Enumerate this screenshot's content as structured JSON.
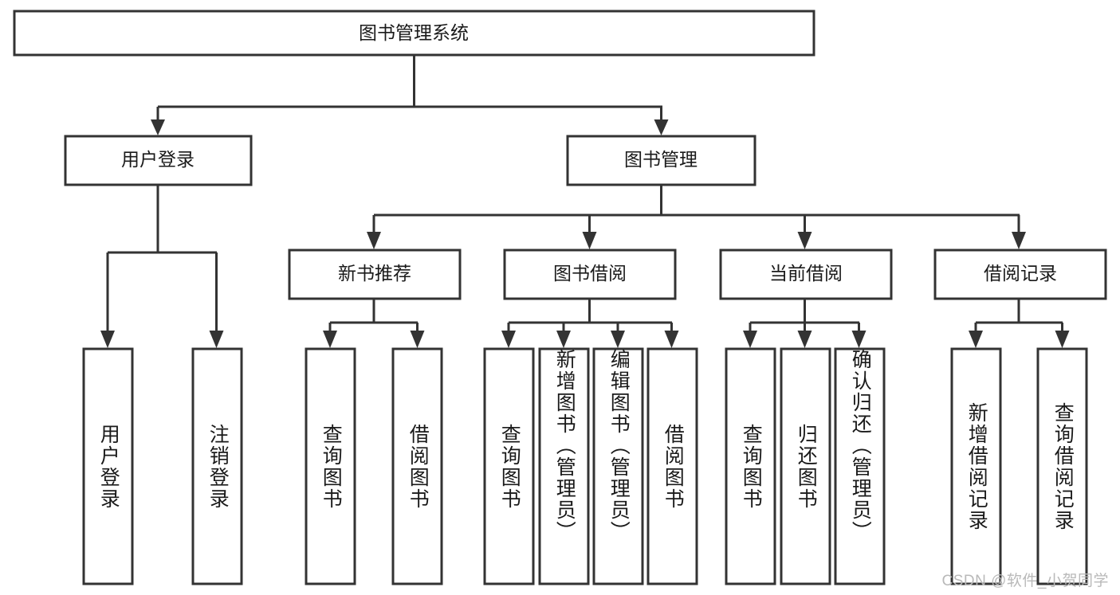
{
  "diagram": {
    "type": "tree-hierarchy",
    "title": "图书管理系统",
    "watermark": "CSDN @软件_小贺同学",
    "colors": {
      "background": "#ffffff",
      "box_fill": "#ffffff",
      "box_stroke": "#333333",
      "text": "#1a1a1a",
      "watermark": "#b9b9b9"
    },
    "root": {
      "id": "root",
      "label": "图书管理系统"
    },
    "level2": [
      {
        "id": "user-login",
        "label": "用户登录"
      },
      {
        "id": "book-manage",
        "label": "图书管理"
      }
    ],
    "level3": [
      {
        "id": "new-book-rec",
        "label": "新书推荐",
        "parent": "book-manage"
      },
      {
        "id": "book-borrow",
        "label": "图书借阅",
        "parent": "book-manage"
      },
      {
        "id": "current-borrow",
        "label": "当前借阅",
        "parent": "book-manage"
      },
      {
        "id": "borrow-record",
        "label": "借阅记录",
        "parent": "book-manage"
      }
    ],
    "leaves": [
      {
        "id": "leaf-user-login",
        "label": "用户登录",
        "parent": "user-login"
      },
      {
        "id": "leaf-logout",
        "label": "注销登录",
        "parent": "user-login"
      },
      {
        "id": "leaf-query-book-1",
        "label": "查询图书",
        "parent": "new-book-rec"
      },
      {
        "id": "leaf-borrow-book-1",
        "label": "借阅图书",
        "parent": "new-book-rec"
      },
      {
        "id": "leaf-query-book-2",
        "label": "查询图书",
        "parent": "book-borrow"
      },
      {
        "id": "leaf-add-book",
        "label": "新增图书（管理员）",
        "parent": "book-borrow"
      },
      {
        "id": "leaf-edit-book",
        "label": "编辑图书（管理员）",
        "parent": "book-borrow"
      },
      {
        "id": "leaf-borrow-book-2",
        "label": "借阅图书",
        "parent": "book-borrow"
      },
      {
        "id": "leaf-query-book-3",
        "label": "查询图书",
        "parent": "current-borrow"
      },
      {
        "id": "leaf-return-book",
        "label": "归还图书",
        "parent": "current-borrow"
      },
      {
        "id": "leaf-confirm-return",
        "label": "确认归还（管理员）",
        "parent": "current-borrow"
      },
      {
        "id": "leaf-add-record",
        "label": "新增借阅记录",
        "parent": "borrow-record"
      },
      {
        "id": "leaf-query-record",
        "label": "查询借阅记录",
        "parent": "borrow-record"
      }
    ]
  }
}
